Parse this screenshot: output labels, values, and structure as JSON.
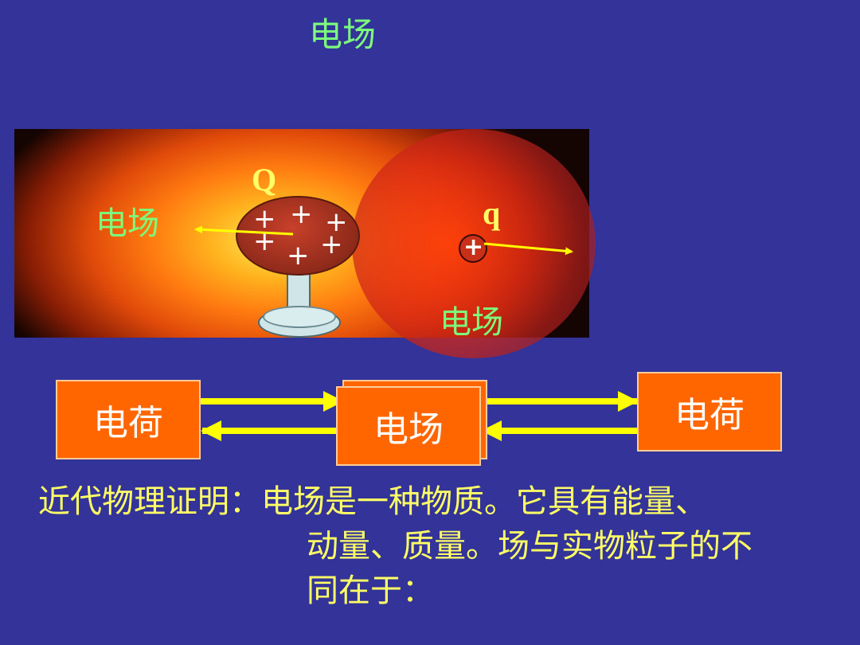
{
  "title": "电场",
  "scene": {
    "field_label_left": "电场",
    "field_label_bottom": "电场",
    "source_charge_label": "Q",
    "test_charge_label": "q",
    "source_signs": [
      "+",
      "+",
      "+",
      "+",
      "+",
      "+"
    ],
    "test_sign": "+"
  },
  "flow": {
    "left_box": "电荷",
    "middle_box": "电场",
    "right_box": "电荷"
  },
  "text": {
    "line1": "近代物理证明：电场是一种物质。它具有能量、",
    "line2": "动量、质量。场与实物粒子的不",
    "line3": "同在于："
  },
  "colors": {
    "background": "#333399",
    "green_text": "#7CFC7C",
    "yellow_text": "#FFFF66",
    "box_fill": "#FF6600",
    "arrow": "#FFFF00"
  }
}
